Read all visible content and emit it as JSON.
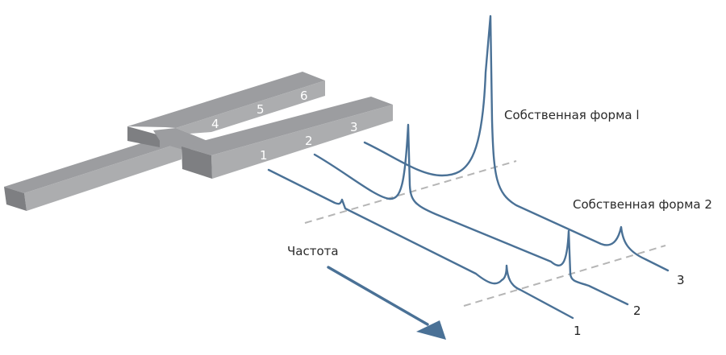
{
  "diagram": {
    "title": "",
    "beam": {
      "point_labels": [
        "1",
        "2",
        "3",
        "4",
        "5",
        "6"
      ],
      "colors": {
        "top": "#9c9da0",
        "front": "#acadaf",
        "end": "#7e7f82"
      }
    },
    "curves": [
      {
        "id": "1",
        "label": "1"
      },
      {
        "id": "2",
        "label": "2"
      },
      {
        "id": "3",
        "label": "3"
      }
    ],
    "annotations": {
      "mode1": "Собственная форма l",
      "mode2": "Собственная форма 2",
      "frequency_axis": "Частота"
    },
    "colors": {
      "curve": "#4a7196",
      "dashed": "#b5b5b5"
    }
  }
}
